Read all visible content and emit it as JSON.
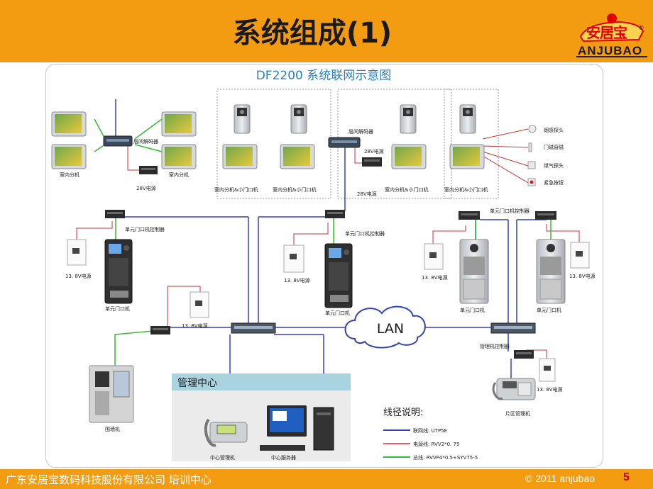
{
  "slide": {
    "title": "系统组成(1)",
    "page_number": "5"
  },
  "logo": {
    "cn_text": "安居宝",
    "en_text": "ANJUBAO",
    "registered_mark": "®"
  },
  "footer": {
    "company": "广东安居宝数码科技股份有限公司  培训中心",
    "copyright": "© 2011 anjubao"
  },
  "diagram": {
    "title": "DF2200    系统联网示意图",
    "labels": {
      "floor_decoder": "层间解码器",
      "indoor_unit": "室内分机",
      "power_28v": "28V电源",
      "indoor_unit_door": "室内分机&小门口机",
      "smoke_detector": "烟感探头",
      "door_magnet": "门磁窗磁",
      "gas_detector": "煤气探头",
      "emergency_button": "紧急按钮",
      "unit_door_controller": "单元门口机控制器",
      "power_13_8v": "13. 8V电源",
      "unit_door_station": "单元门口机",
      "lan": "LAN",
      "manager_controller": "管理机控制器",
      "area_manager": "片区管理机",
      "fence_unit": "围墙机",
      "management_center": "管理中心",
      "center_manager": "中心管理机",
      "center_server": "中心服务器"
    },
    "legend": {
      "title": "线径说明:",
      "items": [
        {
          "name": "联网线: UTP5E",
          "color": "#3344aa"
        },
        {
          "name": "电源线: RVV2*0. 75",
          "color": "#cc3333"
        },
        {
          "name": "总线: RVVP4*0.5+SYV75-5",
          "color": "#33bb33"
        }
      ]
    },
    "colors": {
      "network": "#3344aa",
      "power": "#cc3333",
      "bus": "#33bb33",
      "title_blue": "#2e7fc0",
      "management_band": "#a9d3de"
    }
  }
}
